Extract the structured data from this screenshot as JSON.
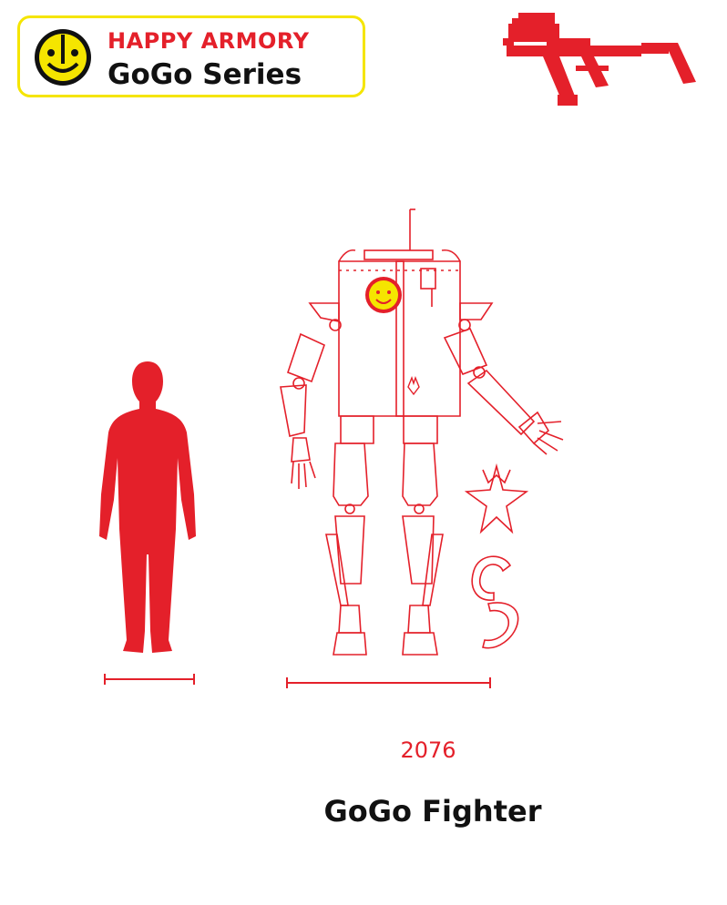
{
  "header": {
    "brand": "HAPPY ARMORY",
    "series": "GoGo Series",
    "logo_icon": "smiley-target-logo-icon",
    "badge_border_color": "#f5e500"
  },
  "weapon_icon": "rifle-silhouette-icon",
  "figures": {
    "human": "human-silhouette-icon",
    "robot": "gogo-fighter-robot-icon",
    "emblem": "demon-star-emblem-icon",
    "glyph": "c3-glyph-icon"
  },
  "product": {
    "year": "2076",
    "name": "GoGo Fighter"
  },
  "colors": {
    "accent_red": "#e4202a",
    "brand_yellow": "#f5e500",
    "text_dark": "#111111"
  }
}
